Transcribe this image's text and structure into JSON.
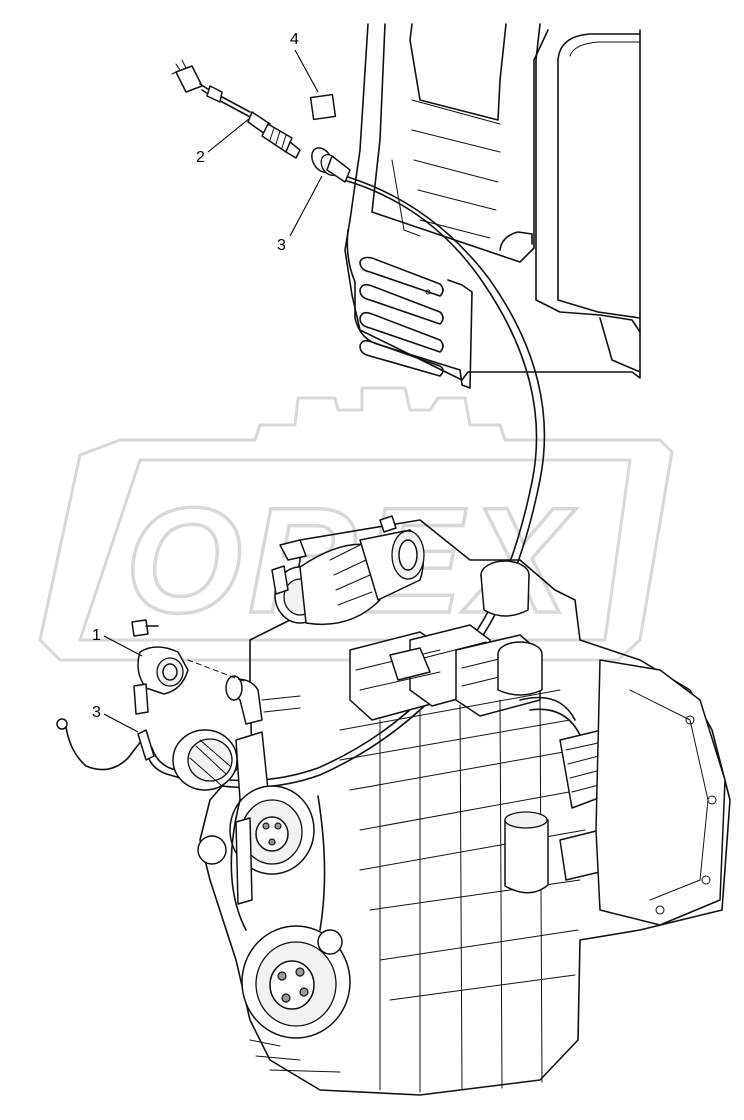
{
  "watermark": {
    "text": "OREX"
  },
  "corner_code": "",
  "callouts": [
    {
      "id": "callout-4",
      "label": "4"
    },
    {
      "id": "callout-2",
      "label": "2"
    },
    {
      "id": "callout-3-top",
      "label": "3"
    },
    {
      "id": "callout-1",
      "label": "1"
    },
    {
      "id": "callout-3-bottom",
      "label": "3"
    }
  ],
  "colors": {
    "line": "#111111",
    "watermark": "#d8d8d8",
    "background": "#ffffff"
  }
}
